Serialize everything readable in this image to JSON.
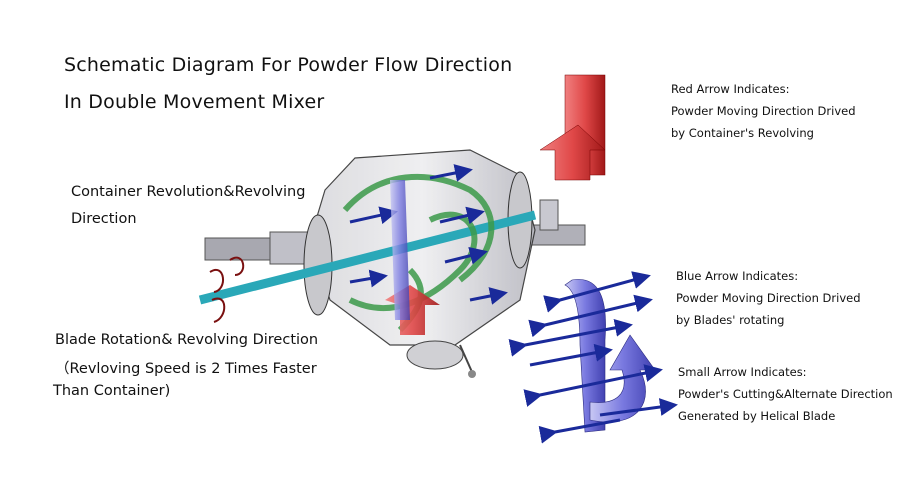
{
  "title": {
    "line1": "Schematic Diagram For Powder Flow Direction",
    "line2": "In Double Movement Mixer"
  },
  "labels": {
    "container": [
      "Container Revolution&Revolving",
      "Direction"
    ],
    "blade": [
      "Blade Rotation& Revolving Direction",
      "（Revloving Speed is 2 Times Faster",
      "Than Container)"
    ]
  },
  "legend": {
    "red": [
      "Red Arrow Indicates:",
      "Powder Moving Direction Drived",
      "by Container's Revolving"
    ],
    "blue": [
      "Blue Arrow Indicates:",
      "Powder Moving Direction Drived",
      "by Blades' rotating"
    ],
    "small": [
      "Small Arrow Indicates:",
      "Powder's Cutting&Alternate Direction",
      "Generated by Helical Blade"
    ]
  },
  "colors": {
    "red_arrow": "#d83a3a",
    "blue_arrow": "#6a6ad8",
    "small_arrow": "#1a2a9a",
    "shaft": "#2aa8b8",
    "blade": "#3c9a4a"
  }
}
